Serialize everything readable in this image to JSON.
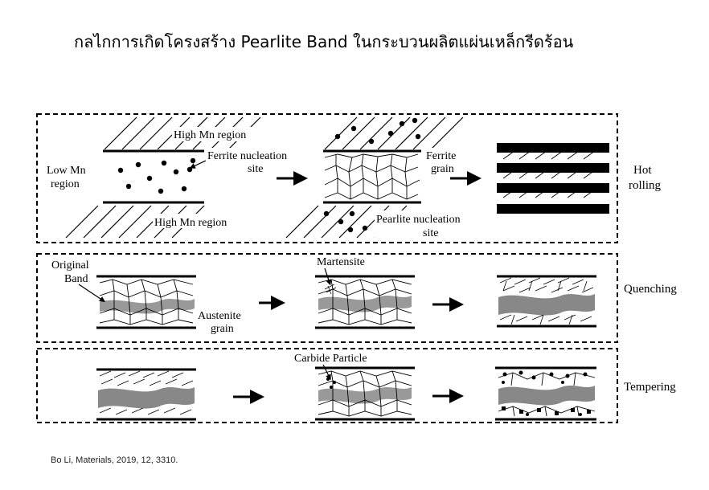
{
  "title": "กลไกการเกิดโครงสร้าง Pearlite Band ในกระบวนผลิตแผ่นเหล็กรีดร้อน",
  "citation": "Bo Li, Materials, 2019, 12, 3310.",
  "panels": {
    "hot_rolling": {
      "label_line1": "Hot",
      "label_line2": "rolling",
      "high_mn_top": "High Mn region",
      "high_mn_bottom": "High Mn region",
      "low_mn_line1": "Low Mn",
      "low_mn_line2": "region",
      "ferrite_nucleation_line1": "Ferrite nucleation",
      "ferrite_nucleation_line2": "site",
      "ferrite_grain_line1": "Ferrite",
      "ferrite_grain_line2": "grain",
      "pearlite_nucleation_line1": "Pearlite nucleation",
      "pearlite_nucleation_line2": "site"
    },
    "quenching": {
      "label": "Quenching",
      "original_band_line1": "Original",
      "original_band_line2": "Band",
      "austenite_line1": "Austenite",
      "austenite_line2": "grain",
      "martensite": "Martensite"
    },
    "tempering": {
      "label": "Tempering",
      "carbide": "Carbide Particle"
    }
  }
}
